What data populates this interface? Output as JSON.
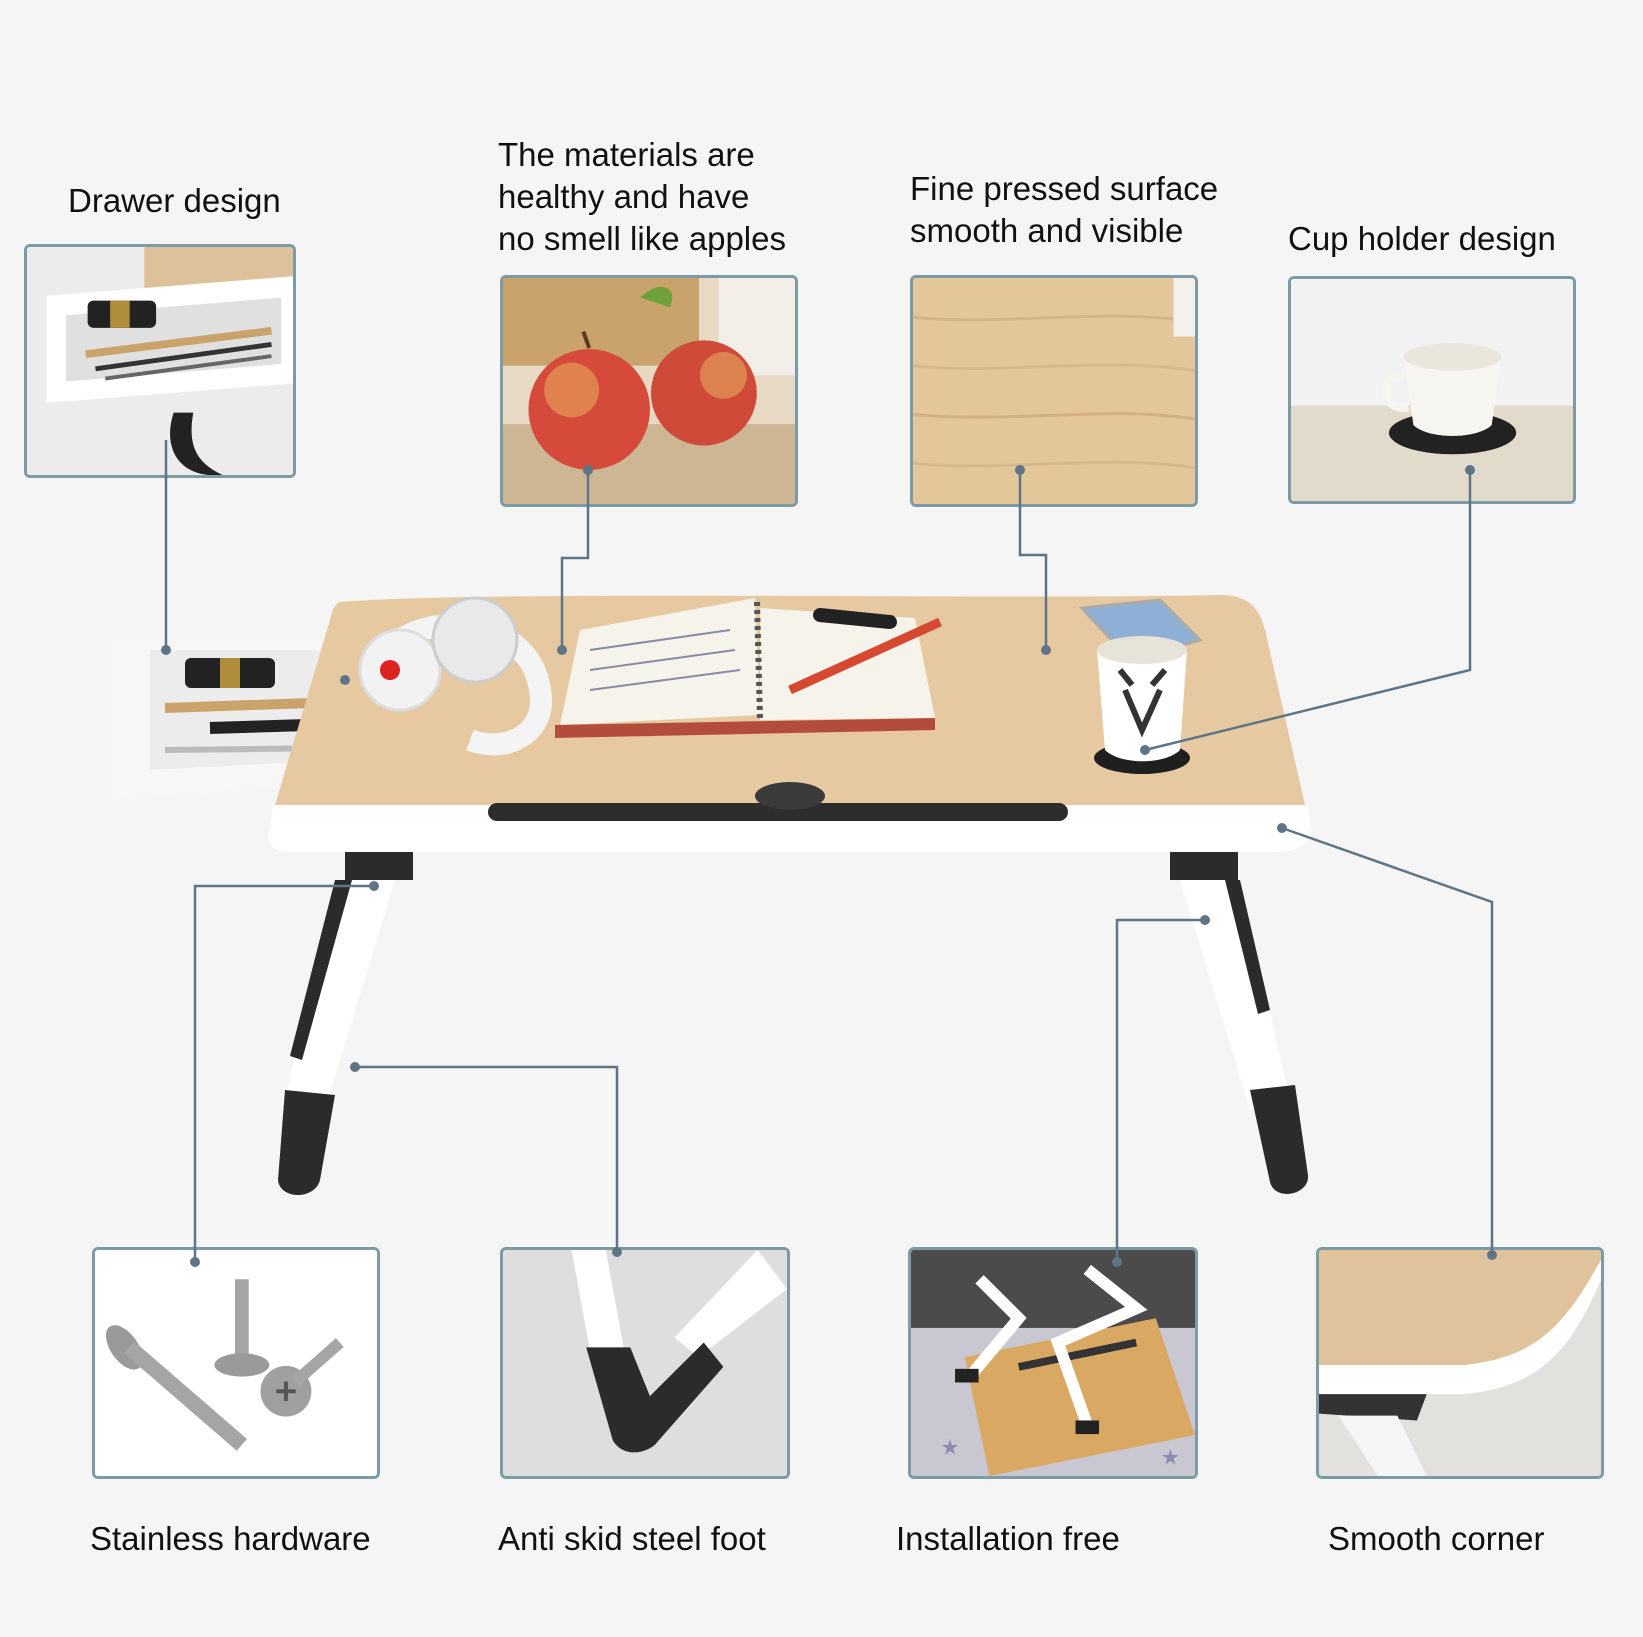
{
  "callouts": {
    "drawer": "Drawer design",
    "materials": [
      "The materials are",
      "healthy and have",
      "no smell like apples"
    ],
    "surface": [
      "Fine pressed surface",
      "smooth and visible"
    ],
    "cup_holder": "Cup holder design",
    "hardware": "Stainless hardware",
    "foot": "Anti skid steel foot",
    "install": "Installation free",
    "corner": "Smooth corner"
  },
  "colors": {
    "background": "#f5f5f5",
    "panel_border": "#7d9ba4",
    "leader_line": "#5f7485",
    "wood": "#e6c9a0",
    "leg_white": "#ffffff",
    "leg_cap": "#2b2b2b"
  }
}
